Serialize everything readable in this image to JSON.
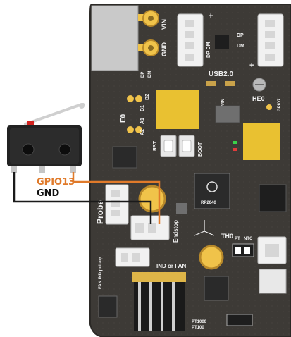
{
  "wire_labels": {
    "signal": "GPIO13",
    "ground": "GND"
  },
  "silkscreen": {
    "vin": "VIN",
    "gnd": "GND",
    "plus_top": "+",
    "dp_dm": "DP DM",
    "dp": "DP",
    "dm": "DM",
    "plus_right": "+",
    "usb": "USB2.0",
    "dp_left": "DP",
    "dm_left": "DM",
    "heo": "HE0",
    "gpio7": "GPIO7",
    "e0": "E0",
    "b2": "B2",
    "b1": "B1",
    "a1": "A1",
    "a2": "A2",
    "rst": "RST",
    "boot": "BOOT",
    "vin_small": "VIN",
    "rp2040": "RP2040",
    "probe": "Probe",
    "endstop": "Endstop",
    "th0": "TH0",
    "pt": "PT",
    "ntc": "NTC",
    "ind_fan": "IND or FAN",
    "fan_ind_pullup": "FAN IND pull-up",
    "pt1000": "PT1000",
    "pt100": "PT100"
  },
  "colors": {
    "board": "#3d3a36",
    "board_edge": "#2b2926",
    "gold": "#f0c34a",
    "signal_wire": "#e07a2a",
    "ground_wire": "#1a1a1a",
    "switch_body": "#222222"
  }
}
